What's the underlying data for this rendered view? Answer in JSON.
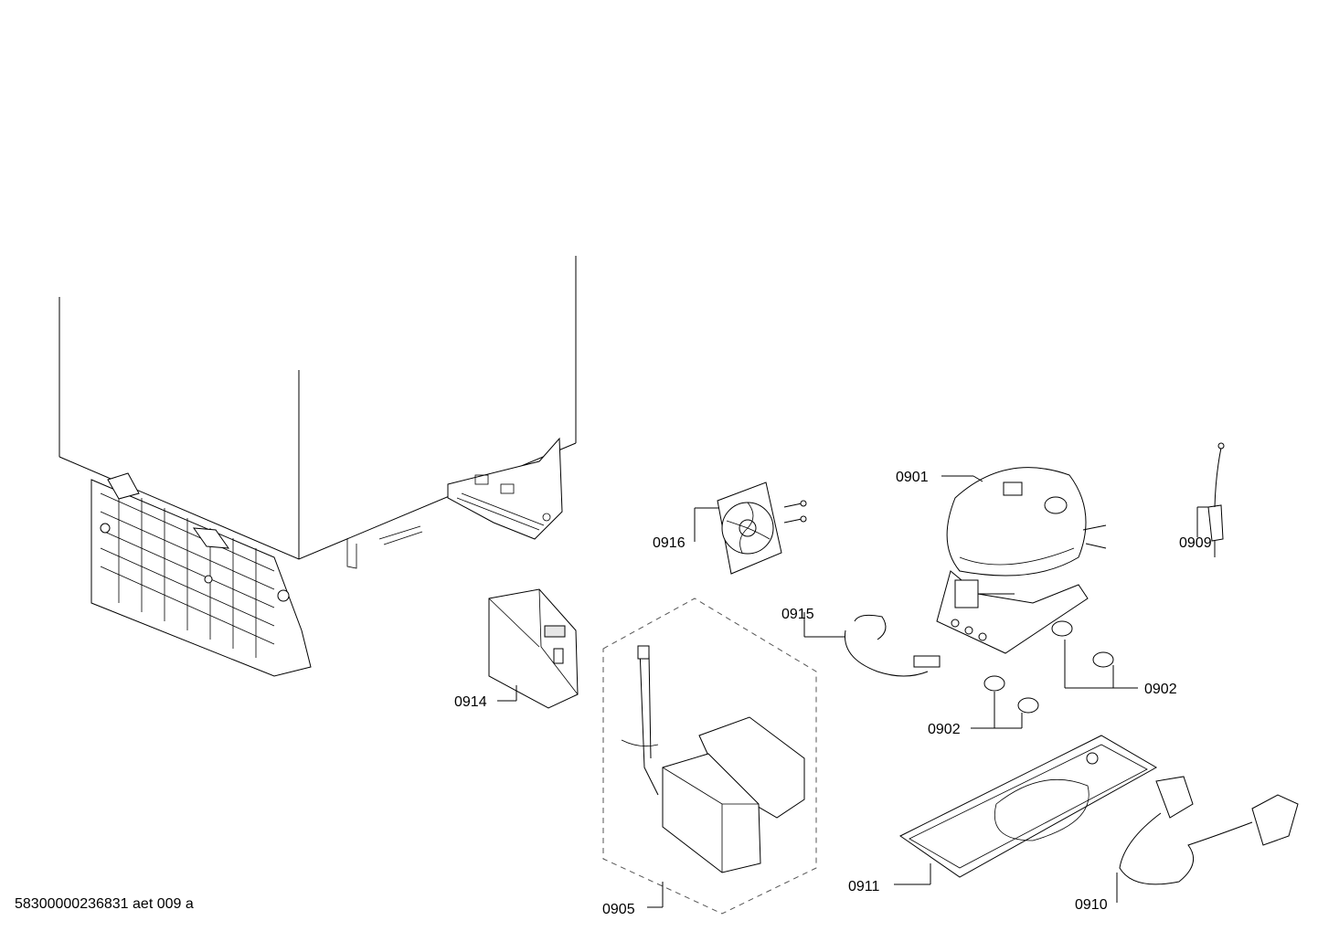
{
  "footer_code": "58300000236831 aet 009 a",
  "callouts": {
    "c0901": "0901",
    "c0902a": "0902",
    "c0902b": "0902",
    "c0905": "0905",
    "c0909": "0909",
    "c0910": "0910",
    "c0911": "0911",
    "c0914": "0914",
    "c0915": "0915",
    "c0916": "0916"
  }
}
